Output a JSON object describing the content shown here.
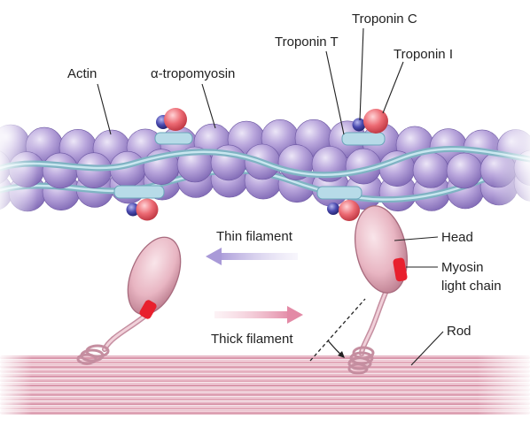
{
  "labels": {
    "actin": "Actin",
    "alpha_tropomyosin": "α-tropomyosin",
    "troponin_t": "Troponin T",
    "troponin_c": "Troponin C",
    "troponin_i": "Troponin I",
    "thin_filament": "Thin filament",
    "thick_filament": "Thick filament",
    "head": "Head",
    "myosin_light_chain_line1": "Myosin",
    "myosin_light_chain_line2": "light chain",
    "rod": "Rod"
  },
  "colors": {
    "actin_bead": "#b49fd6",
    "tropomyosin": "#8fc1cf",
    "troponin_block": "#b7dbe8",
    "troponin_c": "#3d3d9e",
    "troponin_i": "#e8606c",
    "myosin": "#e9b8c4",
    "light_chain": "#e8202e",
    "thick_filament_arrow": "#e9a6b8",
    "thin_filament_arrow": "#c6bde6"
  }
}
